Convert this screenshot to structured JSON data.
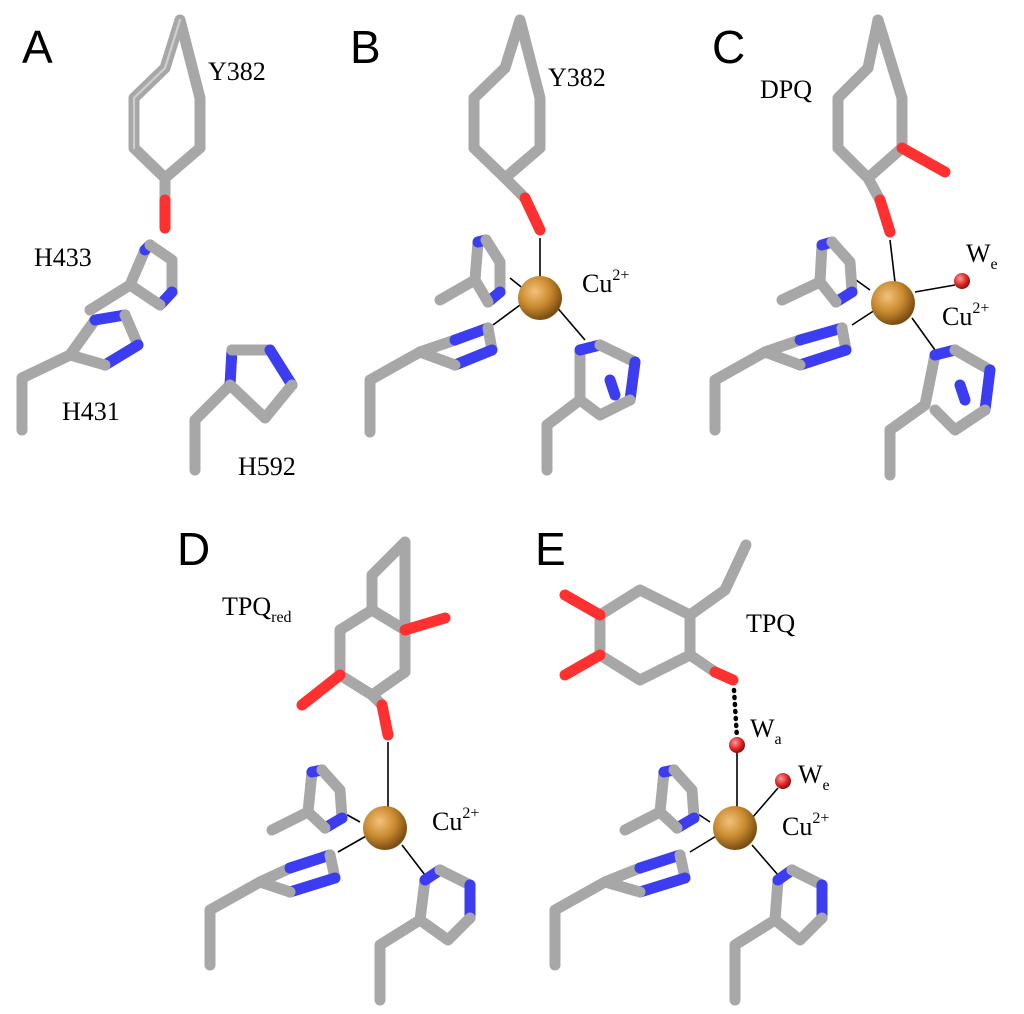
{
  "panels": [
    {
      "id": "A",
      "labels": {
        "tyr": "Y382",
        "h433": "H433",
        "h431": "H431",
        "h592": "H592"
      }
    },
    {
      "id": "B",
      "labels": {
        "tyr": "Y382",
        "metal": "Cu",
        "metal_charge": "2+"
      }
    },
    {
      "id": "C",
      "labels": {
        "cofactor": "DPQ",
        "water": "W",
        "water_sub": "e",
        "metal": "Cu",
        "metal_charge": "2+"
      }
    },
    {
      "id": "D",
      "labels": {
        "cofactor": "TPQ",
        "cofactor_sub": "red",
        "metal": "Cu",
        "metal_charge": "2+"
      }
    },
    {
      "id": "E",
      "labels": {
        "cofactor": "TPQ",
        "water_axial": "W",
        "water_axial_sub": "a",
        "water_eq": "W",
        "water_eq_sub": "e",
        "metal": "Cu",
        "metal_charge": "2+"
      }
    }
  ],
  "colors": {
    "carbon": "#a7a7a7",
    "nitrogen": "#3c3cf0",
    "oxygen": "#ff3030",
    "copper": "#c98a2f",
    "copper_dark": "#8a5a18",
    "water": "#e02828"
  }
}
